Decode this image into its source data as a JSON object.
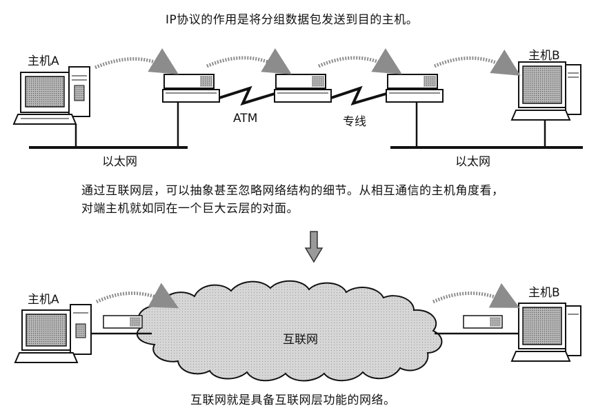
{
  "top": {
    "caption": "IP协议的作用是将分组数据包发送到目的主机。",
    "host_a_label": "主机A",
    "host_b_label": "主机B",
    "atm_label": "ATM",
    "leased_line_label": "专线",
    "ethernet_left_label": "以太网",
    "ethernet_right_label": "以太网"
  },
  "description": {
    "line1": "通过互联网层，可以抽象甚至忽略网络结构的细节。从相互通信的主机角度看，",
    "line2": "对端主机就如同在一个巨大云层的对面。"
  },
  "bottom": {
    "host_a_label": "主机A",
    "host_b_label": "主机B",
    "cloud_label": "互联网",
    "caption": "互联网就是具备互联网层功能的网络。"
  },
  "colors": {
    "arrow_gray": "#8c8c8c",
    "screen_gray": "#9a9a9a",
    "cloud_fill": "#d2d2d2",
    "ink": "#111111"
  }
}
